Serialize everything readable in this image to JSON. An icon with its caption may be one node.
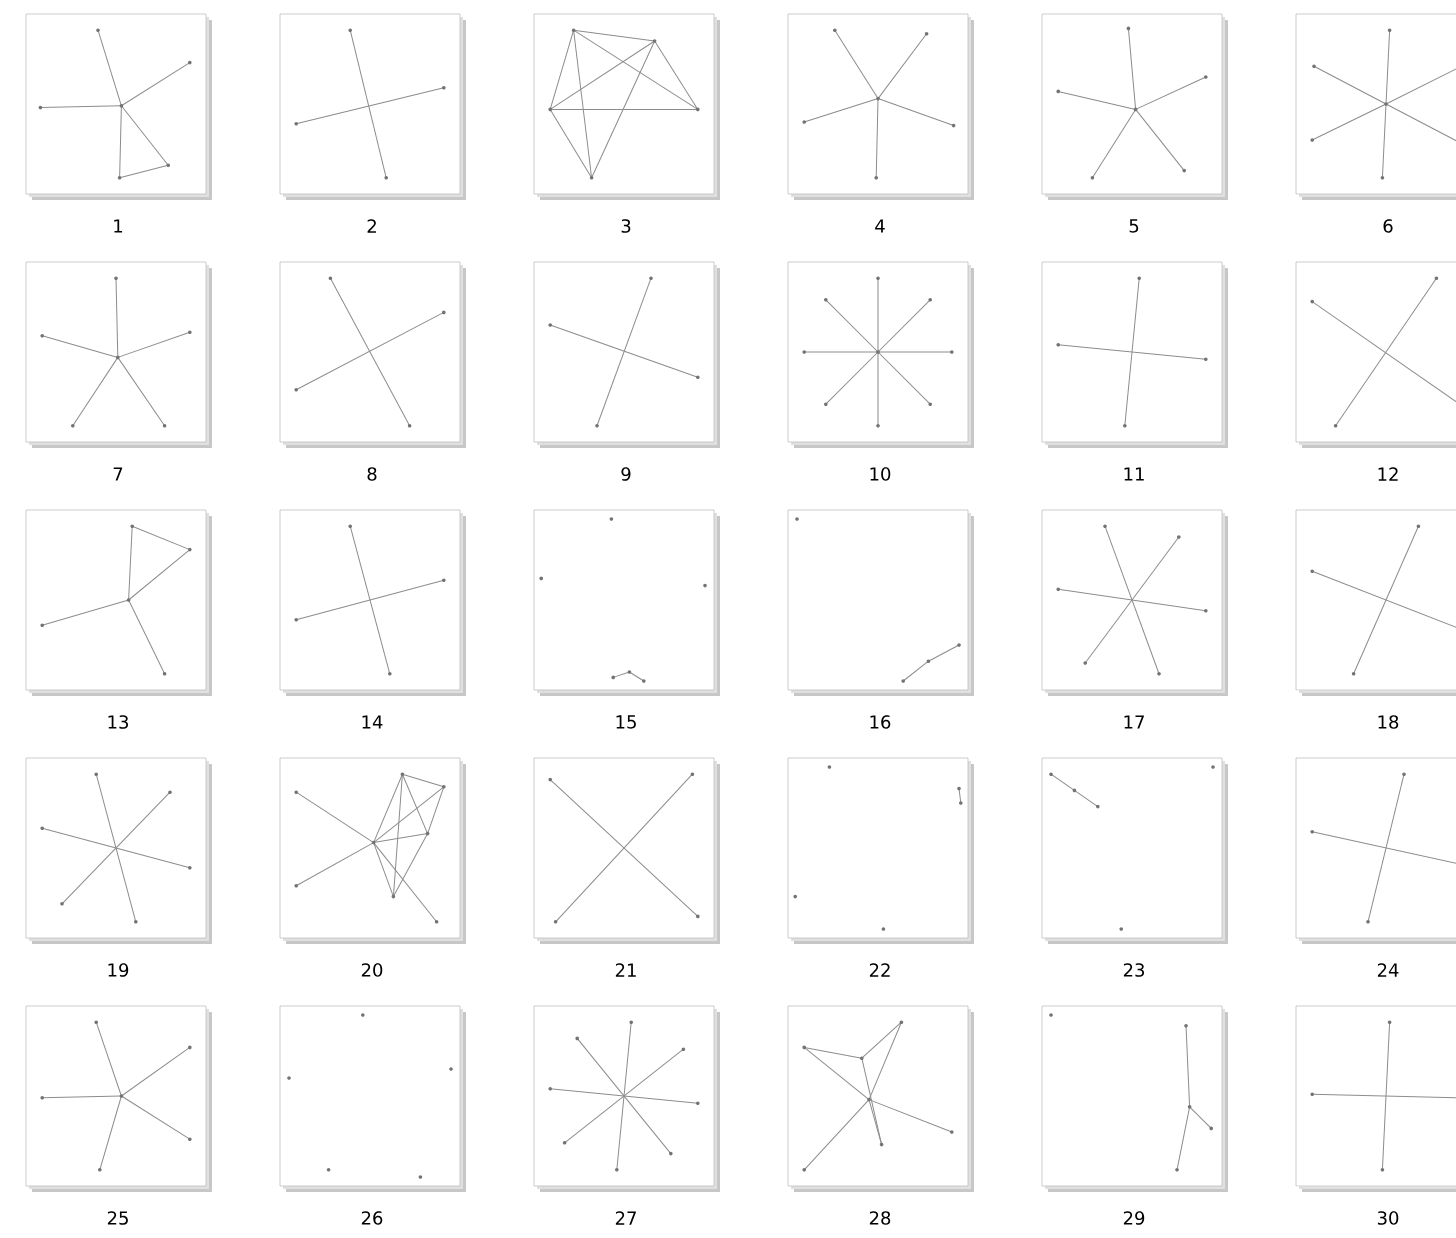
{
  "diagram": {
    "nodes": [
      {
        "text": [],
        "shape": "box",
        "beside": [
          "1"
        ]
      },
      {
        "text": [],
        "shape": "box",
        "beside": [
          "2"
        ]
      },
      {
        "text": [],
        "shape": "box",
        "beside": [
          "3"
        ]
      },
      {
        "text": [],
        "shape": "box",
        "beside": [
          "4"
        ]
      },
      {
        "text": [],
        "shape": "box",
        "beside": [
          "5"
        ]
      },
      {
        "text": [],
        "shape": "box",
        "beside": [
          "6"
        ]
      },
      {
        "text": [],
        "shape": "box",
        "beside": [
          "7"
        ]
      },
      {
        "text": [],
        "shape": "box",
        "beside": [
          "8"
        ]
      },
      {
        "text": [],
        "shape": "box",
        "beside": [
          "9"
        ]
      },
      {
        "text": [],
        "shape": "box",
        "beside": [
          "10"
        ]
      },
      {
        "text": [],
        "shape": "box",
        "beside": [
          "11"
        ]
      },
      {
        "text": [],
        "shape": "box",
        "beside": [
          "12"
        ]
      },
      {
        "text": [],
        "shape": "box",
        "beside": [
          "13"
        ]
      },
      {
        "text": [],
        "shape": "box",
        "beside": [
          "14"
        ]
      },
      {
        "text": [],
        "shape": "box",
        "beside": [
          "15"
        ]
      },
      {
        "text": [],
        "shape": "box",
        "beside": [
          "16"
        ]
      },
      {
        "text": [],
        "shape": "box",
        "beside": [
          "17"
        ]
      },
      {
        "text": [],
        "shape": "box",
        "beside": [
          "18"
        ]
      },
      {
        "text": [],
        "shape": "box",
        "beside": [
          "19"
        ]
      },
      {
        "text": [],
        "shape": "box",
        "beside": [
          "20"
        ]
      },
      {
        "text": [],
        "shape": "box",
        "beside": [
          "21"
        ]
      },
      {
        "text": [],
        "shape": "box",
        "beside": [
          "22"
        ]
      },
      {
        "text": [],
        "shape": "box",
        "beside": [
          "23"
        ]
      },
      {
        "text": [],
        "shape": "box",
        "beside": [
          "24"
        ]
      },
      {
        "text": [],
        "shape": "box",
        "beside": [
          "25"
        ]
      },
      {
        "text": [],
        "shape": "box",
        "beside": [
          "26"
        ]
      },
      {
        "text": [],
        "shape": "box",
        "beside": [
          "27"
        ]
      },
      {
        "text": [],
        "shape": "box",
        "beside": [
          "28"
        ]
      },
      {
        "text": [],
        "shape": "box",
        "beside": [
          "29"
        ]
      },
      {
        "text": [],
        "shape": "box",
        "beside": [
          "30"
        ]
      }
    ]
  }
}
